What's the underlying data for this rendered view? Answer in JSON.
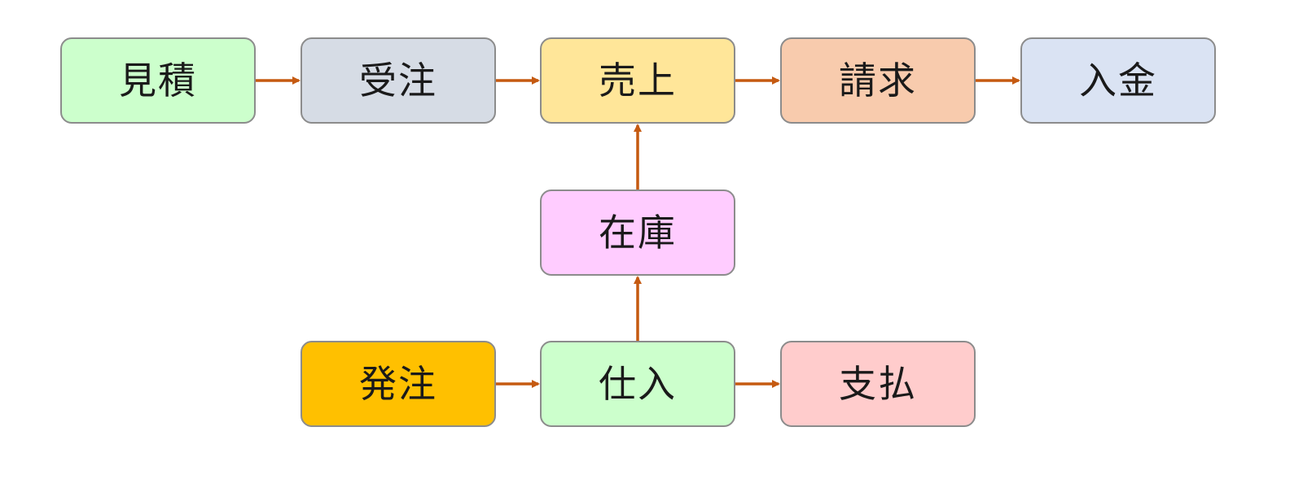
{
  "diagram": {
    "nodes": [
      {
        "id": "mitsumori",
        "label": "見積",
        "color": "#ccffcc"
      },
      {
        "id": "juchu",
        "label": "受注",
        "color": "#d6dce5"
      },
      {
        "id": "uriage",
        "label": "売上",
        "color": "#ffe699"
      },
      {
        "id": "seikyu",
        "label": "請求",
        "color": "#f8cbad"
      },
      {
        "id": "nyukin",
        "label": "入金",
        "color": "#dae3f3"
      },
      {
        "id": "zaiko",
        "label": "在庫",
        "color": "#ffccff"
      },
      {
        "id": "hatchu",
        "label": "発注",
        "color": "#ffc000"
      },
      {
        "id": "shiire",
        "label": "仕入",
        "color": "#ccffcc"
      },
      {
        "id": "shiharai",
        "label": "支払",
        "color": "#ffcccc"
      }
    ],
    "edges": [
      {
        "from": "mitsumori",
        "to": "juchu"
      },
      {
        "from": "juchu",
        "to": "uriage"
      },
      {
        "from": "uriage",
        "to": "seikyu"
      },
      {
        "from": "seikyu",
        "to": "nyukin"
      },
      {
        "from": "zaiko",
        "to": "uriage"
      },
      {
        "from": "shiire",
        "to": "zaiko"
      },
      {
        "from": "hatchu",
        "to": "shiire"
      },
      {
        "from": "shiire",
        "to": "shiharai"
      }
    ],
    "arrow_color": "#c55a11",
    "border_color": "#8c8c8c"
  }
}
